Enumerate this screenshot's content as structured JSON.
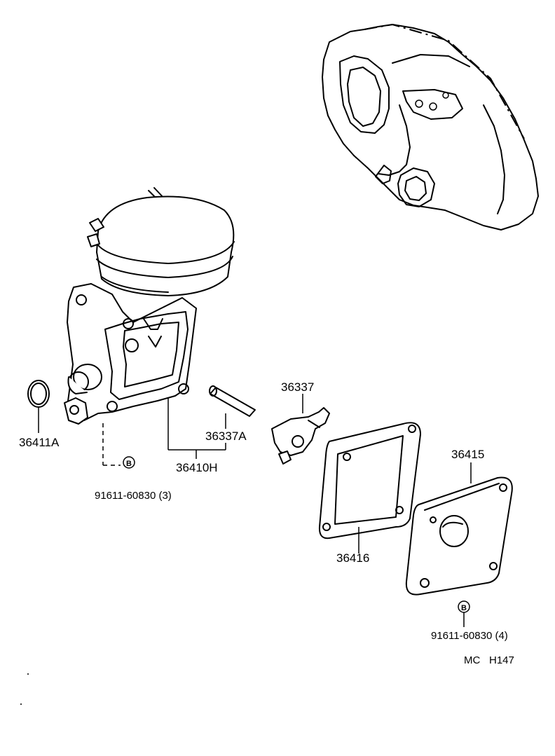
{
  "labels": {
    "pn_36411A": "36411A",
    "pn_36410H": "36410H",
    "pn_36337A": "36337A",
    "pn_36337": "36337",
    "pn_36416": "36416",
    "pn_36415": "36415",
    "bolt1": "91611-60830 (3)",
    "bolt2": "91611-60830 (4)",
    "bolt_mark": "B",
    "ref_mc": "MC",
    "ref_code": "H147"
  }
}
